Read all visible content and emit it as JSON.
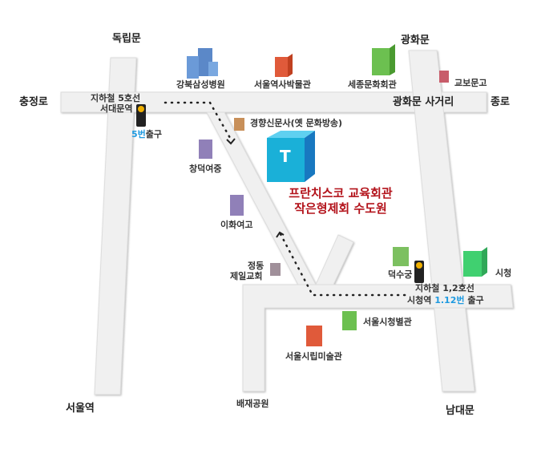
{
  "places": {
    "dongnimmun": "독립문",
    "gwanghwamun": "광화문",
    "chungjeongno": "충정로",
    "jongno": "종로",
    "gwanghwamun_intersection": "광화문 사거리",
    "seoul_station": "서울역",
    "namdaemun": "남대문",
    "kangbuk_samsung": "강북삼성병원",
    "history_museum": "서울역사박물관",
    "sejong_center": "세종문화회관",
    "kyobo": "교보문고",
    "kyunghyang": "경향신문사(옛 문화방송)",
    "changdeok_ms": "창덕여중",
    "ewha_hs": "이화여고",
    "jeongdong_church_1": "정동",
    "jeongdong_church_2": "제일교회",
    "deoksugung": "덕수궁",
    "city_hall": "시청",
    "city_hall_annex": "서울시청별관",
    "art_museum": "서울시립미술관",
    "paichai_park": "배재공원"
  },
  "subway_west": {
    "line": "지하철 5호선",
    "station": "서대문역",
    "exit_num": "5번",
    "exit_label": "출구"
  },
  "subway_east": {
    "line": "지하철 1,2호선",
    "station": "시청역",
    "exit_num": "1.12번",
    "exit_label": "출구"
  },
  "destination": {
    "logo": "T",
    "line1": "프란치스코 교육회관",
    "line2": "작은형제회 수도원"
  },
  "colors": {
    "road": "#f0f0f0",
    "route": "#222222",
    "dest": "#b3131b",
    "exit": "#1f9ae0"
  }
}
